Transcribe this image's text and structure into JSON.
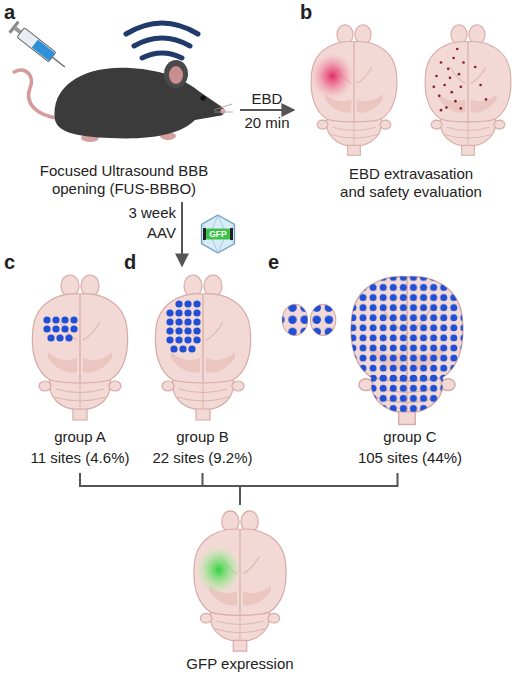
{
  "diagram": {
    "nodes": [
      {
        "text": [
          "Focused Ultrasound BBB opening (FUS-BBBO)"
        ]
      },
      {
        "text": [
          "EBD extravasation and safety evaluation"
        ]
      },
      {
        "text": [
          "group A",
          "11 sites (4.6%)"
        ]
      },
      {
        "text": [
          "group B",
          "22 sites (9.2%)"
        ]
      },
      {
        "text": [
          "group C",
          "105 sites (44%)"
        ]
      },
      {
        "text": [
          "GFP expression"
        ]
      }
    ],
    "edges": [
      {
        "from": 0,
        "to": 1,
        "arrow": "to",
        "label": "EBD"
      },
      {
        "from": 0,
        "to": 3,
        "arrow": "to",
        "label": "3 week"
      },
      {
        "from": 2,
        "to": 5,
        "arrow": "none"
      },
      {
        "from": 3,
        "to": 5,
        "arrow": "none"
      },
      {
        "from": 4,
        "to": 5,
        "arrow": "none"
      }
    ],
    "labels": [
      "a",
      "b",
      "c",
      "d",
      "e",
      "20 min",
      "AAV",
      "GFP"
    ]
  }
}
